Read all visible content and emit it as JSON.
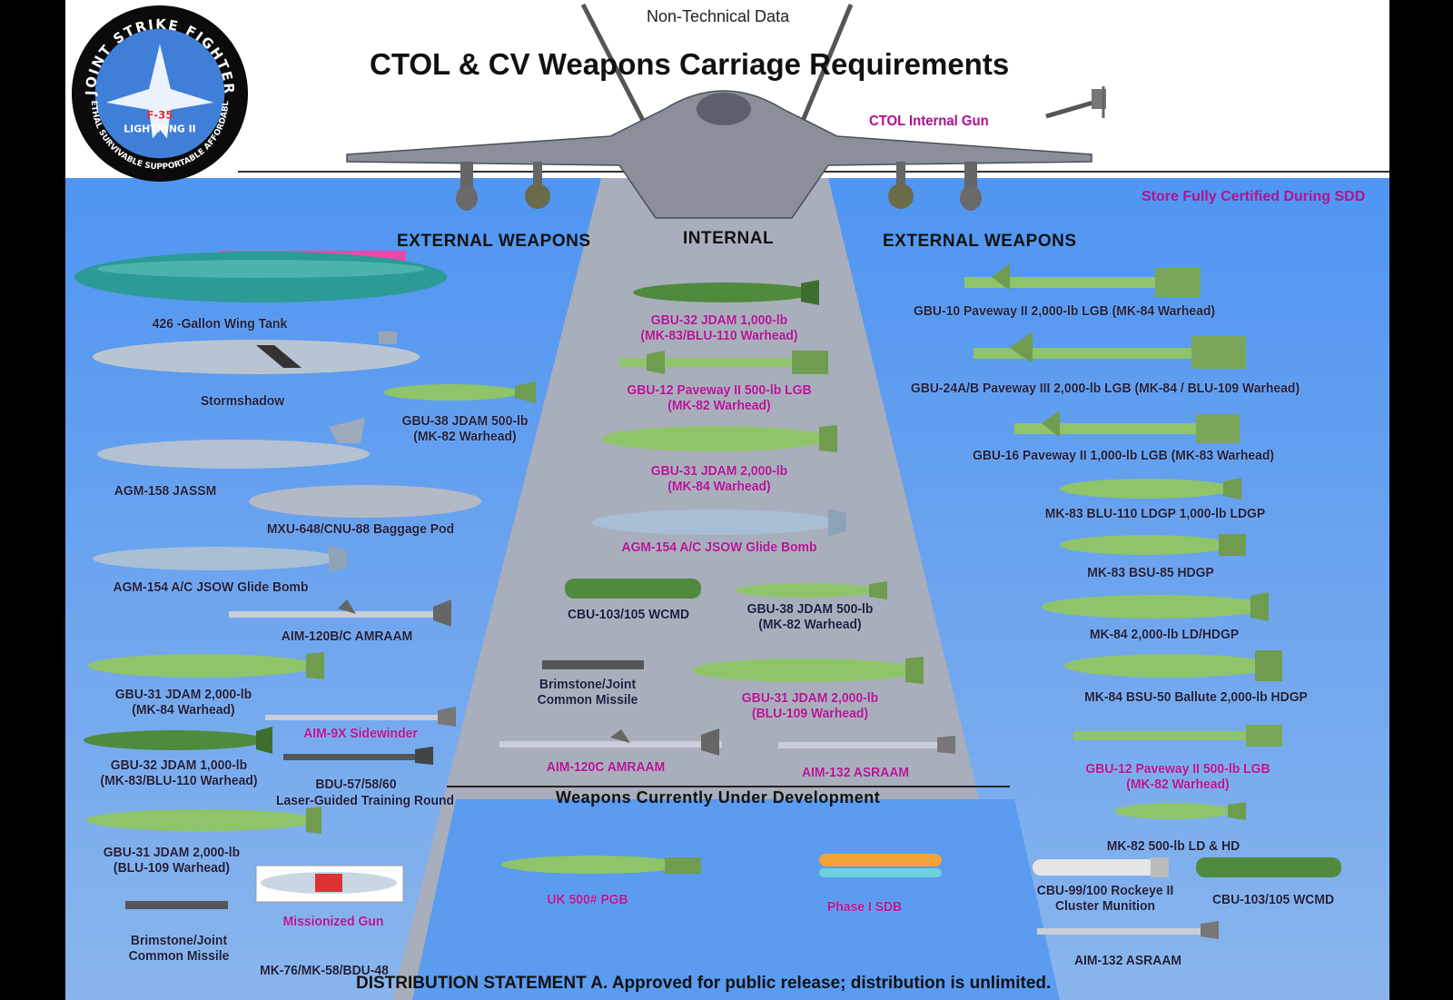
{
  "header": {
    "top_note": "Non-Technical Data",
    "title": "CTOL & CV  Weapons Carriage Requirements",
    "internal_gun": "CTOL Internal Gun",
    "legend_note": "Store Fully Certified During SDD"
  },
  "logo": {
    "ring_top": "JOINT STRIKE FIGHTER",
    "ring_bottom": "LETHAL SURVIVABLE SUPPORTABLE AFFORDABLE",
    "model": "F-35",
    "name": "LIGHTNING II"
  },
  "sections": {
    "left": "EXTERNAL WEAPONS",
    "center": "INTERNAL",
    "right": "EXTERNAL WEAPONS",
    "development": "Weapons Currently Under Development"
  },
  "left_weapons": [
    "426 -Gallon Wing Tank",
    "Stormshadow",
    "GBU-38 JDAM 500-lb\n(MK-82 Warhead)",
    "AGM-158 JASSM",
    "MXU-648/CNU-88 Baggage Pod",
    "AGM-154 A/C JSOW Glide Bomb",
    "AIM-120B/C AMRAAM",
    "GBU-31 JDAM 2,000-lb\n(MK-84 Warhead)",
    "AIM-9X Sidewinder",
    "GBU-32 JDAM 1,000-lb\n(MK-83/BLU-110 Warhead)",
    "BDU-57/58/60",
    "Laser-Guided Training Round",
    "GBU-31 JDAM 2,000-lb\n(BLU-109 Warhead)",
    "Missionized Gun",
    "Brimstone/Joint\nCommon Missile",
    "MK-76/MK-58/BDU-48"
  ],
  "internal_weapons": [
    "GBU-32 JDAM 1,000-lb\n(MK-83/BLU-110 Warhead)",
    "GBU-12 Paveway II 500-lb LGB\n(MK-82 Warhead)",
    "GBU-31 JDAM 2,000-lb\n(MK-84 Warhead)",
    "AGM-154 A/C JSOW Glide Bomb",
    "CBU-103/105 WCMD",
    "GBU-38 JDAM 500-lb\n(MK-82 Warhead)",
    "Brimstone/Joint\nCommon Missile",
    "GBU-31 JDAM 2,000-lb\n(BLU-109 Warhead)",
    "AIM-120C AMRAAM",
    "AIM-132 ASRAAM"
  ],
  "development_weapons": [
    "UK 500# PGB",
    "Phase I SDB"
  ],
  "right_weapons": [
    "GBU-10 Paveway II 2,000-lb LGB (MK-84 Warhead)",
    "GBU-24A/B Paveway III 2,000-lb LGB (MK-84 / BLU-109 Warhead)",
    "GBU-16 Paveway II 1,000-lb LGB (MK-83 Warhead)",
    "MK-83 BLU-110 LDGP 1,000-lb LDGP",
    "MK-83 BSU-85  HDGP",
    "MK-84 2,000-lb LD/HDGP",
    "MK-84 BSU-50 Ballute 2,000-lb HDGP",
    "GBU-12 Paveway II 500-lb LGB\n(MK-82 Warhead)",
    "MK-82 500-lb LD & HD",
    "CBU-99/100 Rockeye II\nCluster Munition",
    "CBU-103/105 WCMD",
    "AIM-132 ASRAAM"
  ],
  "footer": {
    "distribution": "DISTRIBUTION STATEMENT A.  Approved for public release; distribution is unlimited."
  },
  "colors": {
    "sea": "#5b9bf0",
    "bay": "#a9b0bd",
    "certified_text": "#b5138f",
    "standard_text": "#1d1d3a",
    "bomb_green": "#8fc46a",
    "tank_teal": "#2c9a96"
  }
}
